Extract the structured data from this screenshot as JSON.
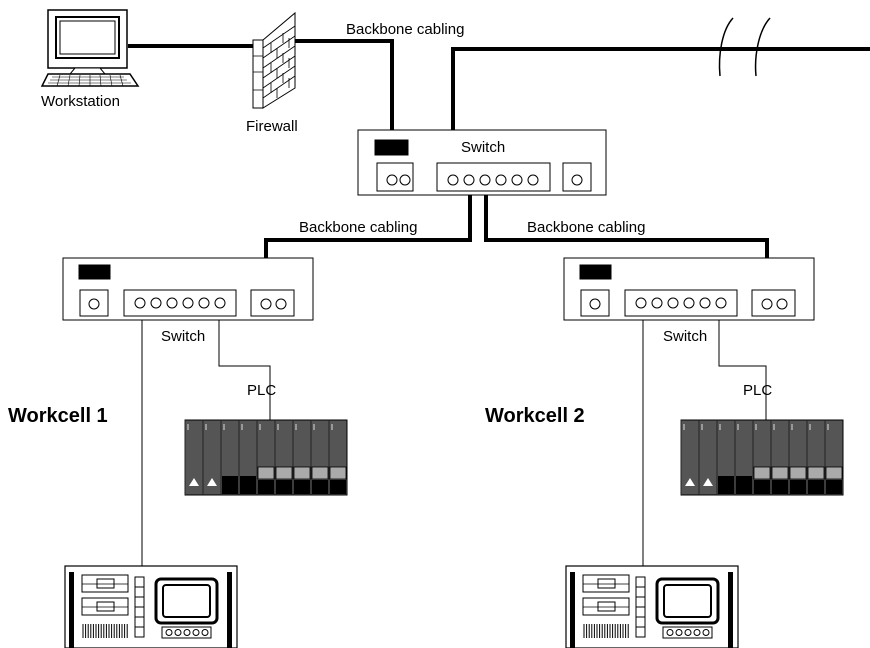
{
  "labels": {
    "workstation": "Workstation",
    "firewall": "Firewall",
    "backbone_top": "Backbone cabling",
    "switch_main": "Switch",
    "backbone_left": "Backbone cabling",
    "backbone_right": "Backbone cabling",
    "switch_left": "Switch",
    "switch_right": "Switch",
    "plc_left": "PLC",
    "plc_right": "PLC",
    "workcell1": "Workcell 1",
    "workcell2": "Workcell 2"
  },
  "colors": {
    "line": "#000000",
    "plc_body": "#555555",
    "plc_slot_light": "#aaaaaa",
    "firewall_brick": "#ffffff"
  }
}
